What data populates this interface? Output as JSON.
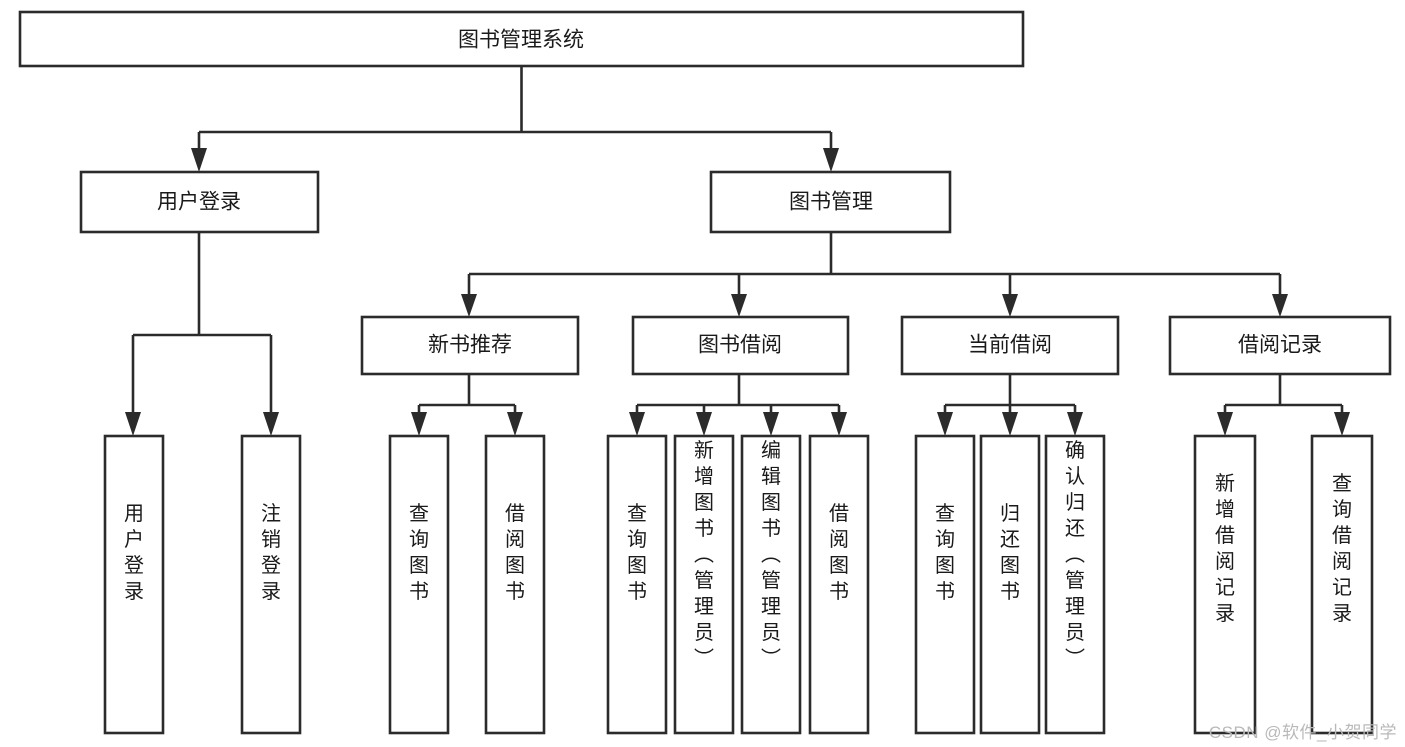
{
  "diagram": {
    "title": "图书管理系统",
    "type": "tree",
    "colors": {
      "background": "#ffffff",
      "box_fill": "#ffffff",
      "box_stroke": "#2b2b2b",
      "text": "#1a1a1a",
      "watermark": "#b9b9b9"
    },
    "root": {
      "label": "图书管理系统",
      "orientation": "horizontal"
    },
    "level2": [
      {
        "id": "user-login",
        "label": "用户登录",
        "orientation": "horizontal"
      },
      {
        "id": "book-manage",
        "label": "图书管理",
        "orientation": "horizontal"
      }
    ],
    "level3": [
      {
        "id": "new-book-recommend",
        "label": "新书推荐",
        "orientation": "horizontal",
        "parent": "book-manage"
      },
      {
        "id": "book-borrow",
        "label": "图书借阅",
        "orientation": "horizontal",
        "parent": "book-manage"
      },
      {
        "id": "current-borrow",
        "label": "当前借阅",
        "orientation": "horizontal",
        "parent": "book-manage"
      },
      {
        "id": "borrow-record",
        "label": "借阅记录",
        "orientation": "horizontal",
        "parent": "book-manage"
      }
    ],
    "leaves": [
      {
        "id": "leaf-user-login",
        "label": "用户登录",
        "orientation": "vertical",
        "parent": "user-login"
      },
      {
        "id": "leaf-user-logout",
        "label": "注销登录",
        "orientation": "vertical",
        "parent": "user-login"
      },
      {
        "id": "leaf-query-book-1",
        "label": "查询图书",
        "orientation": "vertical",
        "parent": "new-book-recommend"
      },
      {
        "id": "leaf-borrow-book-1",
        "label": "借阅图书",
        "orientation": "vertical",
        "parent": "new-book-recommend"
      },
      {
        "id": "leaf-query-book-2",
        "label": "查询图书",
        "orientation": "vertical",
        "parent": "book-borrow"
      },
      {
        "id": "leaf-add-book",
        "label": "新增图书（管理员）",
        "orientation": "vertical",
        "parent": "book-borrow"
      },
      {
        "id": "leaf-edit-book",
        "label": "编辑图书（管理员）",
        "orientation": "vertical",
        "parent": "book-borrow"
      },
      {
        "id": "leaf-borrow-book-2",
        "label": "借阅图书",
        "orientation": "vertical",
        "parent": "book-borrow"
      },
      {
        "id": "leaf-query-book-3",
        "label": "查询图书",
        "orientation": "vertical",
        "parent": "current-borrow"
      },
      {
        "id": "leaf-return-book",
        "label": "归还图书",
        "orientation": "vertical",
        "parent": "current-borrow"
      },
      {
        "id": "leaf-confirm-return",
        "label": "确认归还（管理员）",
        "orientation": "vertical",
        "parent": "current-borrow"
      },
      {
        "id": "leaf-add-record",
        "label": "新增借阅记录",
        "orientation": "vertical",
        "parent": "borrow-record"
      },
      {
        "id": "leaf-query-record",
        "label": "查询借阅记录",
        "orientation": "vertical",
        "parent": "borrow-record"
      }
    ]
  },
  "watermark": {
    "text": "CSDN @软件_小贺同学"
  }
}
